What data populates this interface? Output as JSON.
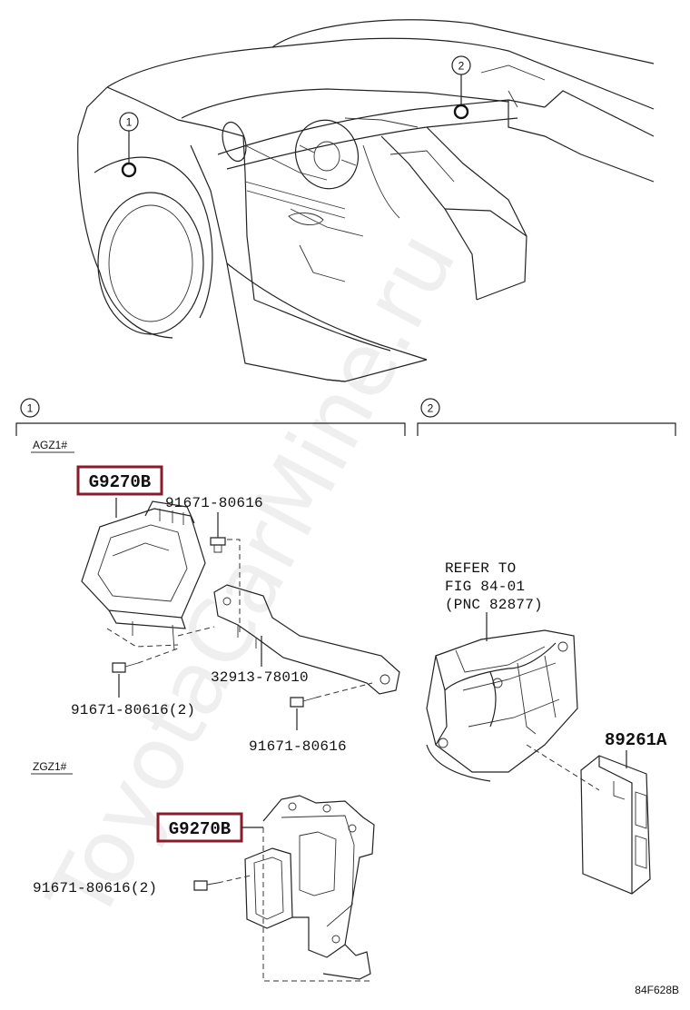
{
  "callouts": {
    "one": "1",
    "two": "2"
  },
  "variants": {
    "agz": "AGZ1#",
    "zgz": "ZGZ1#"
  },
  "parts": {
    "g9270b_top": "G9270B",
    "bolt_top": "91671-80616",
    "bracket": "32913-78010",
    "bolt_pair_top": "91671-80616(2)",
    "bolt_bottom_right": "91671-80616",
    "g9270b_bottom": "G9270B",
    "bolt_pair_bottom": "91671-80616(2)",
    "module_right": "89261A"
  },
  "refer": {
    "line1": "REFER TO",
    "line2": "FIG 84-01",
    "line3": "(PNC 82877)"
  },
  "watermark": "ToyotaCarMine.ru",
  "figure_code": "84F628B",
  "colors": {
    "highlight": "#8b1a2b",
    "line": "#222222"
  }
}
